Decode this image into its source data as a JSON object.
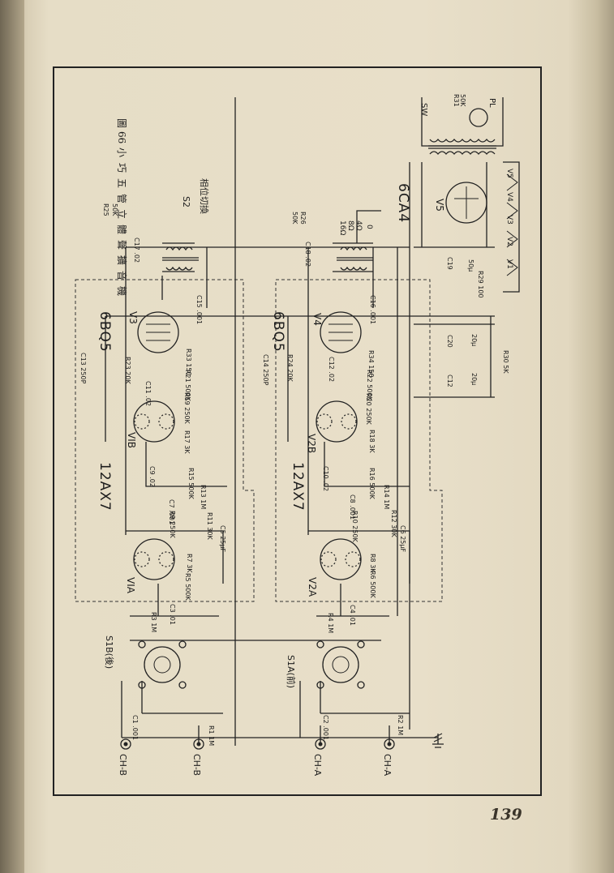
{
  "figure": {
    "caption": [
      "圖",
      "66",
      "小",
      "巧",
      "五",
      "管",
      "立",
      "體",
      "聲",
      "擴",
      "音",
      "機"
    ],
    "tubes": {
      "V1A": "VIA",
      "V1B": "VIB",
      "V2A": "V2A",
      "V2B": "V2B",
      "V3": "V3",
      "V4": "V4",
      "V5": "V5",
      "tube_12AX7_left": "12AX7",
      "tube_12AX7_right": "12AX7",
      "tube_6BQ5_left": "6BQ5",
      "tube_6BQ5_right": "6BQ5",
      "rectifier": "6CA4"
    },
    "switches": {
      "S1B": "S1B(後)",
      "S1A": "S1A(前)",
      "S2": "S2",
      "S2_label": "相位切換",
      "SW": "SW"
    },
    "inputs": [
      "CH-B",
      "CH-B",
      "CH-A",
      "CH-A"
    ],
    "power": {
      "PL": "PL",
      "R31": "R31",
      "R31_val": "50K"
    },
    "outputs": [
      "16Ω",
      "8Ω",
      "4Ω",
      "0"
    ],
    "heaters": [
      "V1",
      "V2",
      "V3",
      "V4",
      "V5"
    ],
    "labels": {
      "C17": "C17 .02",
      "R25": "R25",
      "R25_val": "50K",
      "C15": "C15 .001",
      "C13": "C13 250P",
      "R23": "R23 20K",
      "R33": "R33 150",
      "R21": "R21 500K",
      "C11": "C11 .02",
      "R19": "R19 250K",
      "R17": "R17 3K",
      "C9": "C9 .02",
      "R15": "R15 500K",
      "C7": "C7 .001",
      "R13": "R13 1M",
      "R11": "R11 30K",
      "R9": "R9 250K",
      "C5": "C5 25μF",
      "R7": "R7 3K",
      "R5": "R5 500K",
      "C3": "C3 .01",
      "R3": "R3 1M",
      "C18": "C18 .02",
      "R26": "R26",
      "R26_val": "50K",
      "C16": "C16 .001",
      "C14": "C14 250P",
      "R24": "R24 20K",
      "R34": "R34 150",
      "R22": "R22 500K",
      "C12b": "C12 .02",
      "R20": "R20 250K",
      "R18": "R18 3K",
      "C10": "C10 .02",
      "R16": "R16 500K",
      "C8": "C8 .001",
      "R14": "R14 1M",
      "R12": "R12 30K",
      "R10": "R10 250K",
      "C6": "C6 25μF",
      "R8": "R8 3K",
      "R6": "R6 500K",
      "C4": "C4 .01",
      "R4": "R4 1M",
      "C19": "C19",
      "C19_val": "50μ",
      "R29": "R29 100",
      "C20": "C20",
      "C20_val": "20μ",
      "C12": "C12",
      "C12_val": "20μ",
      "R30": "R30 5K",
      "C1": "C1 .001",
      "R1": "R1 1M",
      "C2": "C2 .001",
      "R2": "R2 1M"
    }
  },
  "page": {
    "number": "139"
  }
}
